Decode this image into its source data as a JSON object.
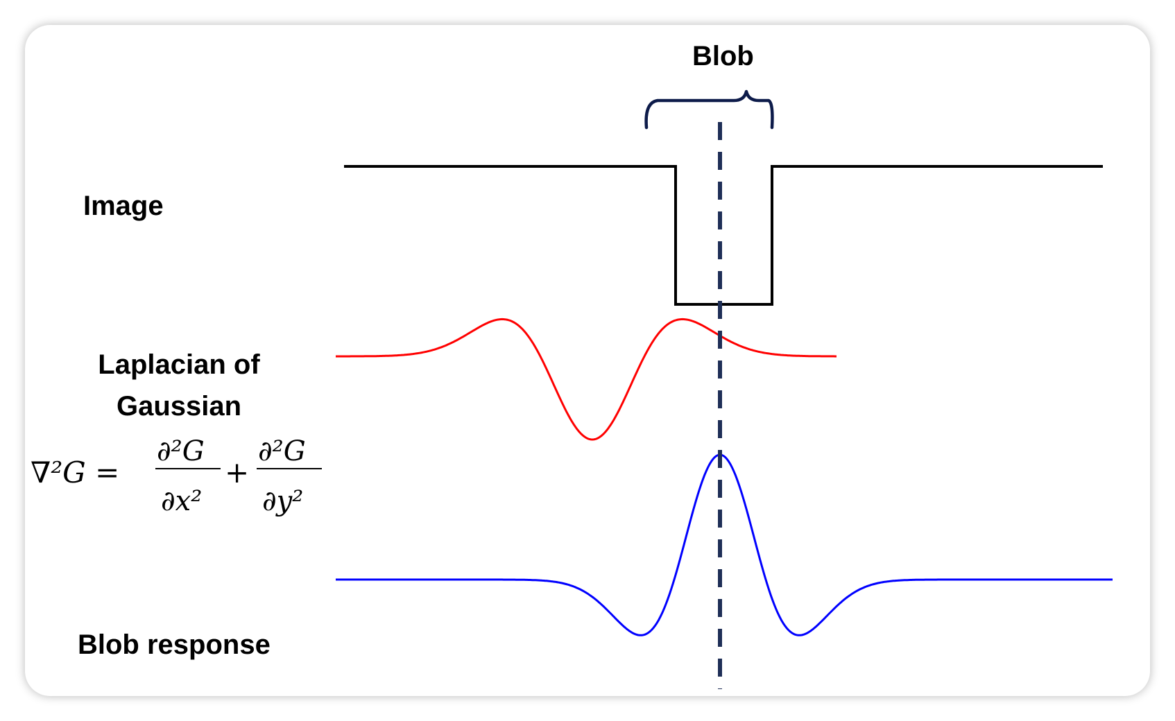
{
  "labels": {
    "blob": "Blob",
    "image": "Image",
    "log_line1": "Laplacian of",
    "log_line2": "Gaussian",
    "blob_response": "Blob response"
  },
  "formula": {
    "lhs": "∇²G =",
    "term1_num": "∂²G",
    "term1_den": "∂x²",
    "plus": "+",
    "term2_num": "∂²G",
    "term2_den": "∂y²"
  },
  "colors": {
    "image_signal": "#000000",
    "log_curve": "#ff0000",
    "response_curve": "#0000ff",
    "center_line": "#1f2f57",
    "brace": "#0d1b4a"
  }
}
